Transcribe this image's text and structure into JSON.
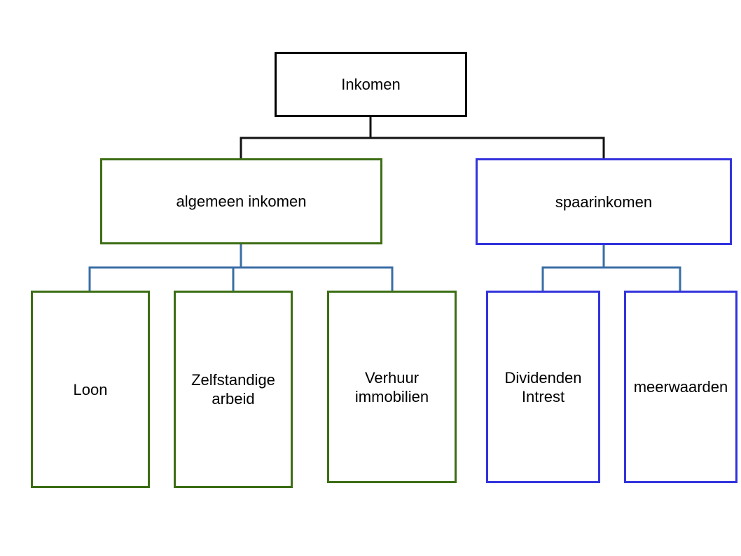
{
  "colors": {
    "root": "#000000",
    "general": "#3c6e14",
    "savings": "#3333dd",
    "connector_dark": "#111111",
    "connector_blue": "#3a6ea5"
  },
  "nodes": {
    "root": "Inkomen",
    "general": "algemeen inkomen",
    "savings": "spaarinkomen",
    "wage": "Loon",
    "self_employed": "Zelfstandige\narbeid",
    "rental": "Verhuur\nimmobilien",
    "dividends": "Dividenden\nIntrest",
    "capital_gains": "meerwaarden"
  }
}
